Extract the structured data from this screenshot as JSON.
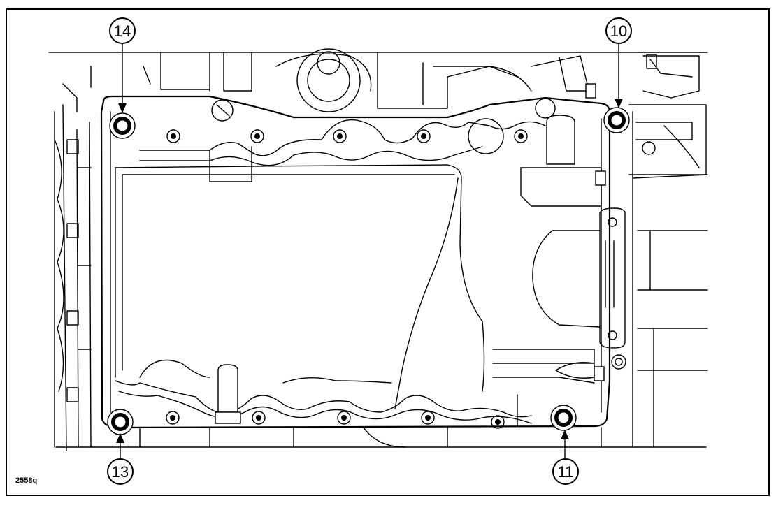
{
  "figure": {
    "code": "2558q"
  },
  "callouts": [
    {
      "id": "callout-14",
      "label": "14"
    },
    {
      "id": "callout-10",
      "label": "10"
    },
    {
      "id": "callout-13",
      "label": "13"
    },
    {
      "id": "callout-11",
      "label": "11"
    }
  ],
  "colors": {
    "line": "#000000",
    "background": "#ffffff"
  }
}
